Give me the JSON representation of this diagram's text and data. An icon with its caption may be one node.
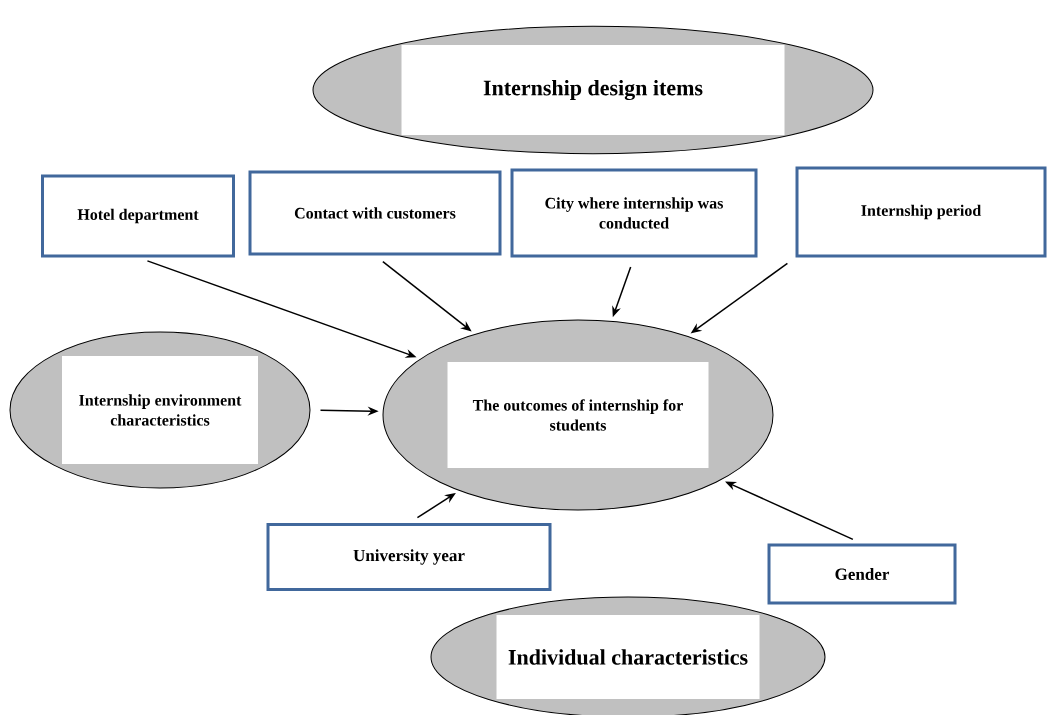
{
  "diagram": {
    "nodes": [
      {
        "text": [
          "Internship design items"
        ]
      },
      {
        "text": [
          "Hotel department"
        ]
      },
      {
        "text": [
          "Contact with customers"
        ]
      },
      {
        "text": [
          "City where internship was conducted"
        ]
      },
      {
        "text": [
          "Internship period"
        ]
      },
      {
        "text": [
          "Internship environment characteristics"
        ]
      },
      {
        "text": [
          "The outcomes of internship for students"
        ]
      },
      {
        "text": [
          "University year"
        ]
      },
      {
        "text": [
          "Gender"
        ]
      },
      {
        "text": [
          "Individual characteristics"
        ]
      }
    ],
    "edges": [
      {
        "from": 1,
        "to": 6,
        "arrow": "to"
      },
      {
        "from": 2,
        "to": 6,
        "arrow": "to"
      },
      {
        "from": 3,
        "to": 6,
        "arrow": "to"
      },
      {
        "from": 4,
        "to": 6,
        "arrow": "to"
      },
      {
        "from": 5,
        "to": 6,
        "arrow": "to"
      },
      {
        "from": 7,
        "to": 6,
        "arrow": "to"
      },
      {
        "from": 8,
        "to": 6,
        "arrow": "to"
      }
    ]
  }
}
